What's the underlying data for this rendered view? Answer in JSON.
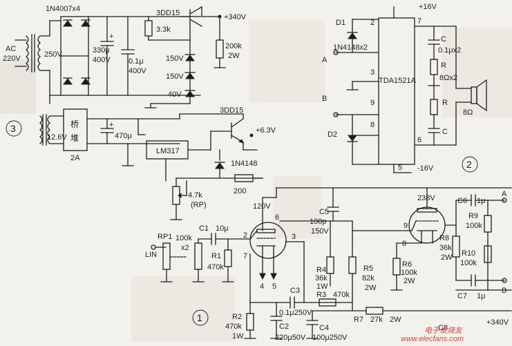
{
  "psu": {
    "rectifier_diodes": "1N4007x4",
    "transformer_ac": "AC",
    "transformer_voltage": "220V",
    "secondary_hv": "250V",
    "cap_main": "330μ",
    "cap_main_v": "400V",
    "cap_small": "0.1μ",
    "cap_small_v": "400V",
    "transistor_hv": "3DD15",
    "res_base": "3.3k",
    "hv_out": "+340V",
    "zener_a": "150V",
    "zener_b": "150V",
    "zener_c": "40V",
    "bleeder": "200k",
    "bleeder_w": "2W",
    "secondary_lv": "12.6V",
    "bridge_1": "桥",
    "bridge_2": "堆",
    "bridge_rating": "2A",
    "cap_lv": "470μ",
    "regulator": "LM317",
    "transistor_lv": "3DD15",
    "lv_out": "+6.3V",
    "diode_lv": "1N4148",
    "rp_value": "4.7k",
    "rp_name": "(RP)",
    "res_200": "200",
    "circuit_no": "3"
  },
  "amp_ic": {
    "supply_pos": "+16V",
    "supply_neg": "-16V",
    "d1": "D1",
    "d2": "D2",
    "diodes": "1N4148x2",
    "ic": "TDA1521A",
    "input_a": "A",
    "input_b": "B",
    "pin2": "2",
    "pin3": "3",
    "pin9": "9",
    "pin8": "8",
    "pin7": "7",
    "pin6": "6",
    "pin5": "5",
    "c_label_top": "C",
    "c_value": "0.1μx2",
    "r_label_top": "R",
    "r_value": "8Ωx2",
    "r_label_bottom": "R",
    "c_label_bottom": "C",
    "speaker": "8Ω",
    "circuit_no": "2"
  },
  "tube_stage": {
    "v120": "120V",
    "rp1": "RP1",
    "rp1_value": "100k",
    "rp1_x2": "x2",
    "lin": "LIN",
    "c1": "C1",
    "c1_value": "10μ",
    "r1": "R1",
    "r1_value": "470k",
    "pin2": "2",
    "pin6": "6",
    "pin3": "3",
    "pin7": "7",
    "pin4": "4",
    "pin5": "5",
    "c5": "C5",
    "c5_value": "100p",
    "c5_v": "150V",
    "r4": "R4",
    "r4_value": "36k",
    "r4_w": "1W",
    "r5": "R5",
    "r5_value": "82k",
    "r5_w": "2W",
    "c3": "C3",
    "c3_value": "0.1μ250V",
    "r3": "R3",
    "r3_value": "470k",
    "r2": "R2",
    "r2_value": "470k",
    "r2_w": "1W",
    "c2": "C2",
    "c2_value": "220μ50V",
    "c4": "C4",
    "c4_value": "100μ250V",
    "r7": "R7",
    "r7_value": "27k",
    "r7_w": "2W",
    "v238": "238V",
    "tube2_pin9": "9",
    "tube2_pin8": "8",
    "r6": "R6",
    "r6_value": "100k",
    "r6_w": "2W",
    "c6": "C6",
    "c6_value": "1μ",
    "out_a": "A",
    "r9": "R9",
    "r9_value": "100k",
    "r8": "R8",
    "r8_value": "36k",
    "r8_w": "2W",
    "r10": "R10",
    "r10_value": "100k",
    "c7": "C7",
    "c7_value": "1μ",
    "out_b": "B",
    "c8": "C8",
    "hv_in": "+340V",
    "circuit_no": "1"
  },
  "watermark": "www.elecfans.com",
  "watermark_brand": "电子发烧友"
}
